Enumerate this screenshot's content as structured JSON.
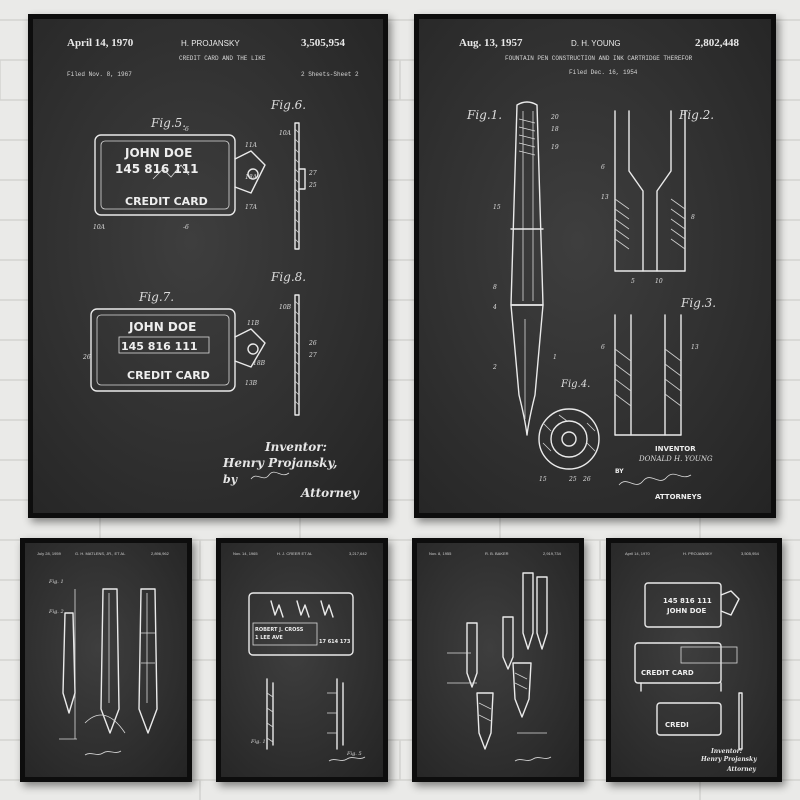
{
  "posters": {
    "credit_card_large": {
      "date": "April 14, 1970",
      "inventor_name": "H. PROJANSKY",
      "patent_number": "3,505,954",
      "title": "CREDIT CARD AND THE LIKE",
      "filed": "Filed Nov. 8, 1967",
      "sheets": "2 Sheets-Sheet 2",
      "fig_labels": [
        "Fig.5.",
        "Fig.6.",
        "Fig.7.",
        "Fig.8."
      ],
      "card_name": "JOHN DOE",
      "card_number": "145 816 111",
      "card_caption": "CREDIT CARD",
      "inventor_caption": "Inventor:",
      "signature": "Henry Projansky,",
      "by": "by",
      "attorney": "Attorney"
    },
    "fountain_pen_large": {
      "date": "Aug. 13, 1957",
      "inventor_name": "D. H. YOUNG",
      "patent_number": "2,802,448",
      "title": "FOUNTAIN PEN CONSTRUCTION AND INK CARTRIDGE THEREFOR",
      "filed": "Filed Dec. 16, 1954",
      "fig_labels": [
        "Fig.1.",
        "Fig.2.",
        "Fig.3.",
        "Fig.4."
      ],
      "inventor_caption": "INVENTOR",
      "inventor_signed": "DONALD H. YOUNG",
      "by": "BY",
      "attorneys": "ATTORNEYS"
    },
    "small_pen_pencil": {
      "date": "July 28, 1959",
      "inventor_name": "G. H. MATLENS, JR., ET AL",
      "patent_number": "2,896,962"
    },
    "small_card_reader": {
      "date": "Nov. 14, 1965",
      "inventor_name": "H. J. CREER ET AL",
      "patent_number": "3,217,642",
      "card_line1": "ROBERT J. CROSS",
      "card_line2": "1 LEE AVE",
      "card_number": "17 614 173"
    },
    "small_fountain_tip": {
      "date": "Nov. 8, 1955",
      "inventor_name": "R. B. BAKER",
      "patent_number": "2,919,734"
    },
    "credit_card_small": {
      "date": "April 14, 1970",
      "inventor_name": "H. PROJANSKY",
      "patent_number": "3,505,954",
      "card_number": "145 816 111",
      "card_name": "JOHN DOE",
      "card_caption": "CREDIT CARD",
      "card_caption_short": "CREDI",
      "inventor_caption": "Inventor:",
      "signature": "Henry Projansky",
      "attorney": "Attorney"
    }
  },
  "colors": {
    "wall": "#e9e9e7",
    "frame": "#0d0d0d",
    "chalkboard": "#333333",
    "chalk": "#eaeaea"
  }
}
